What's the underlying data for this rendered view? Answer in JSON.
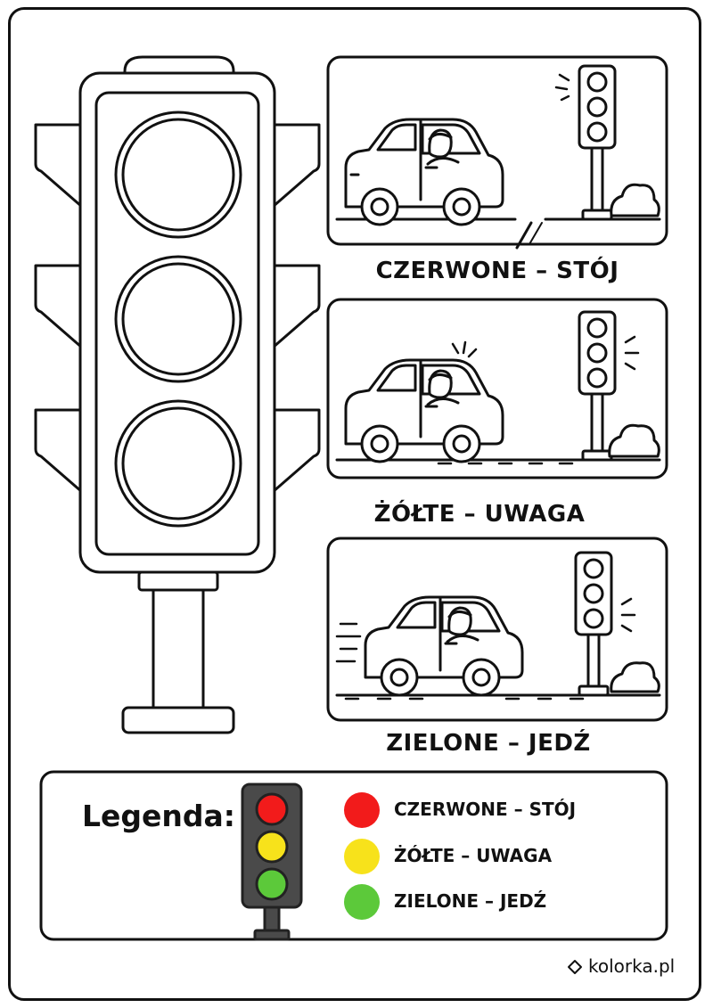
{
  "scenes": [
    {
      "caption": "CZERWONE – STÓJ",
      "active_light": "top"
    },
    {
      "caption": "ŻÓŁTE – UWAGA",
      "active_light": "middle"
    },
    {
      "caption": "ZIELONE – JEDŹ",
      "active_light": "bottom"
    }
  ],
  "legend": {
    "title": "Legenda:",
    "items": [
      {
        "label": "CZERWONE – STÓJ",
        "color": "#f21b1b"
      },
      {
        "label": "ŻÓŁTE – UWAGA",
        "color": "#f7e21b"
      },
      {
        "label": "ZIELONE – JEDŹ",
        "color": "#5cc93a"
      }
    ],
    "housing_color": "#4a4a4a"
  },
  "brand": {
    "text": "kolorka.pl",
    "icon": "diamond-icon"
  }
}
